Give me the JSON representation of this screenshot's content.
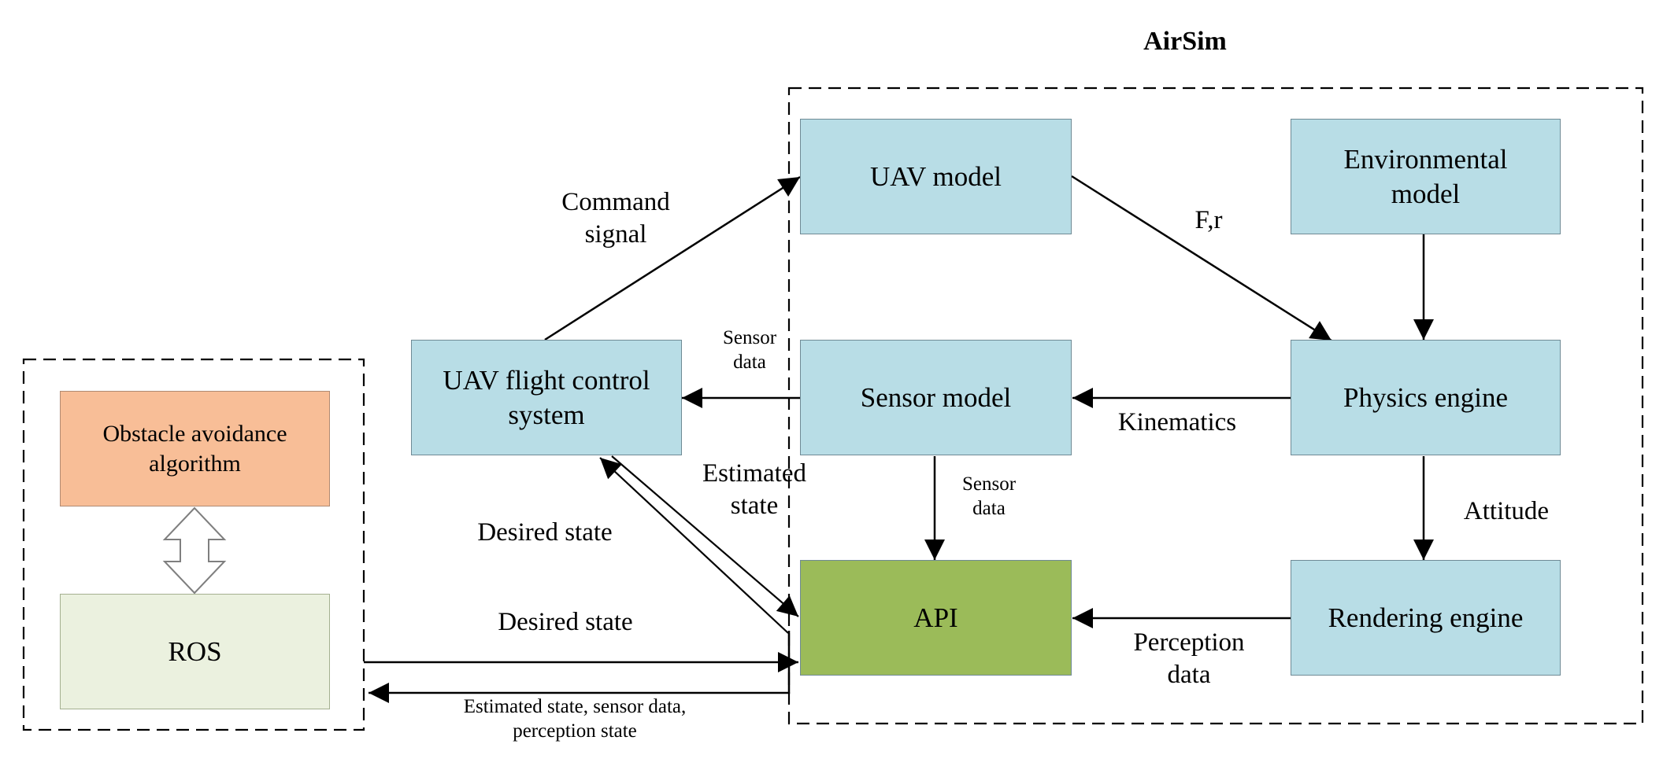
{
  "title": "AirSim",
  "colors": {
    "sim_block": "#b8dde6",
    "api_block": "#9bbb59",
    "obstacle_block": "#f8be97",
    "ros_block": "#ebf1df",
    "line": "#000000"
  },
  "blocks": {
    "uav_model": "UAV model",
    "environmental_model": "Environmental\nmodel",
    "flight_control": "UAV flight control\nsystem",
    "sensor_model": "Sensor model",
    "physics_engine": "Physics engine",
    "api": "API",
    "rendering_engine": "Rendering engine",
    "obstacle_avoidance": "Obstacle avoidance\nalgorithm",
    "ros": "ROS"
  },
  "edge_labels": {
    "command_signal": "Command\nsignal",
    "force": "F,r",
    "sensor_data_left": "Sensor\ndata",
    "kinematics": "Kinematics",
    "sensor_data_down": "Sensor\ndata",
    "attitude": "Attitude",
    "estimated_state": "Estimated\nstate",
    "desired_state_upper": "Desired state",
    "desired_state_lower": "Desired state",
    "perception_data": "Perception\ndata",
    "estimated_bottom": "Estimated state, sensor data,\nperception state"
  }
}
